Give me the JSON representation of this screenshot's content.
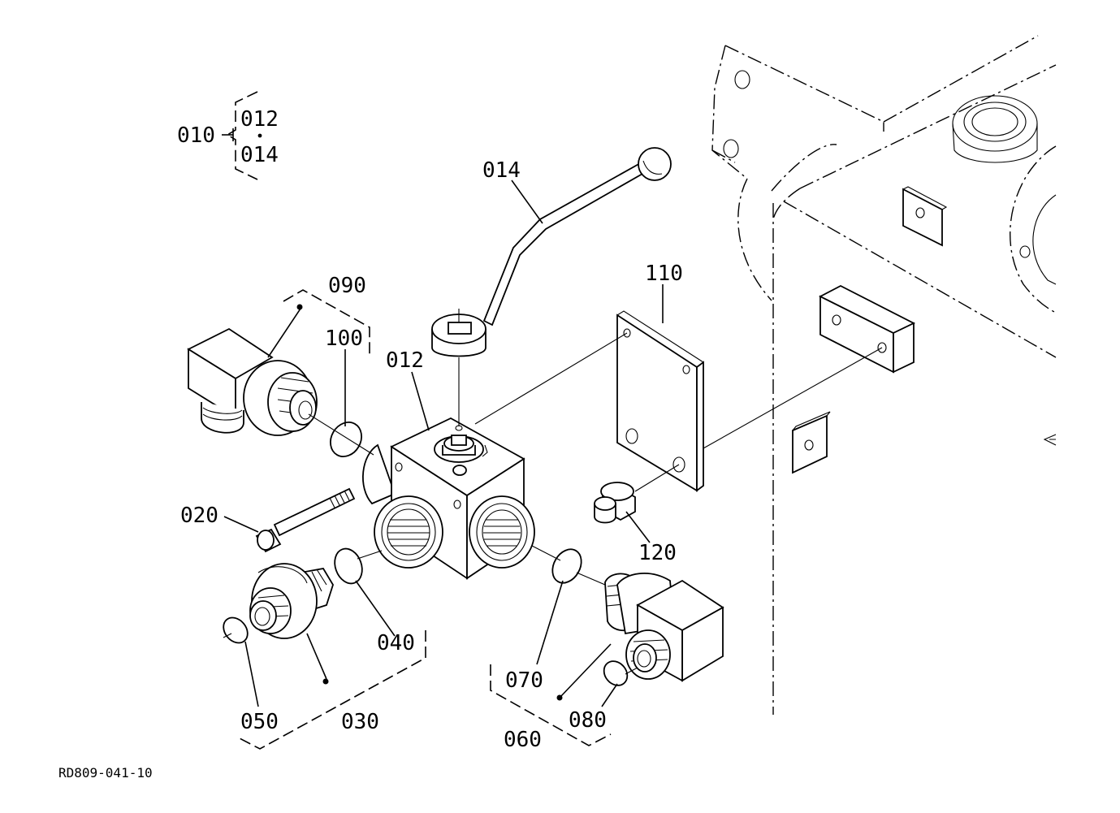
{
  "labels": {
    "p010": "010",
    "p012_group": "012",
    "p014_group": "014",
    "p014": "014",
    "p090": "090",
    "p100": "100",
    "p012": "012",
    "p110": "110",
    "p020": "020",
    "p120": "120",
    "p040": "040",
    "p070": "070",
    "p050": "050",
    "p030": "030",
    "p080": "080",
    "p060": "060"
  },
  "drawing_code": "RD809-041-10"
}
